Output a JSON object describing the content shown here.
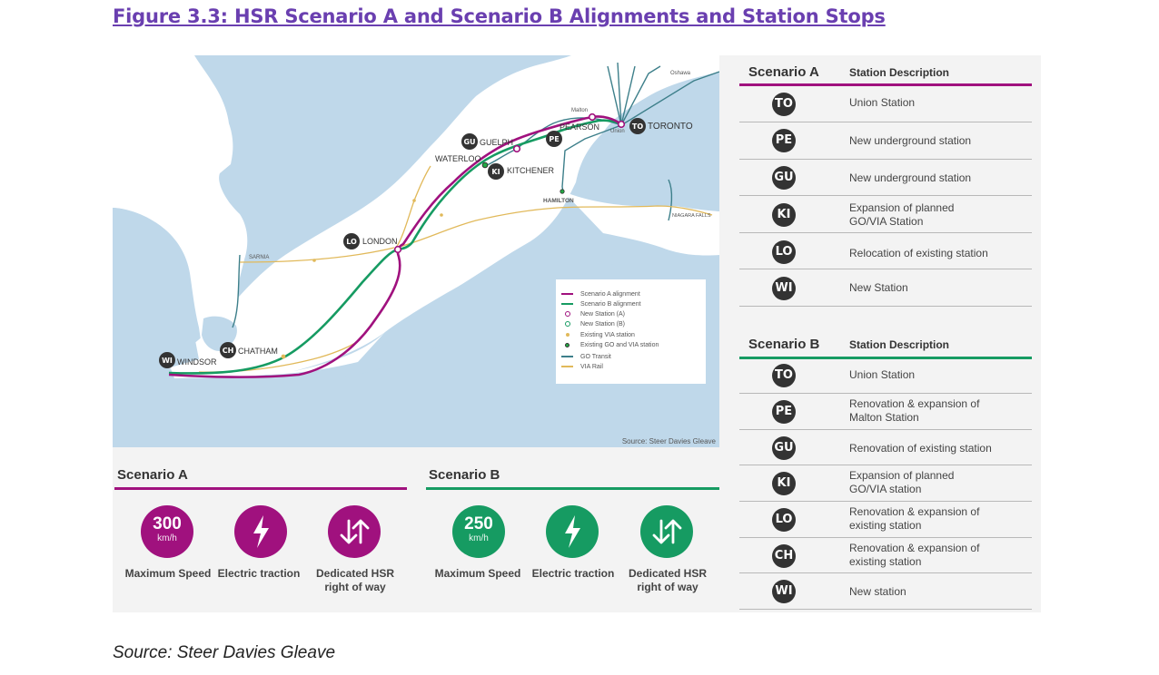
{
  "figure_title": "Figure 3.3: HSR Scenario A and Scenario B Alignments and Station Stops",
  "colors": {
    "scenario_a": "#a0117e",
    "scenario_b": "#169b62",
    "go_transit": "#3d7f8a",
    "via_rail": "#e1b95a",
    "water": "#bfd8ea",
    "land": "#ffffff",
    "badge": "#333333"
  },
  "map": {
    "places": {
      "oshawa": "Oshawa",
      "malton": "Malton",
      "union": "Union",
      "hamilton": "HAMILTON",
      "niagara_falls": "NIAGARA FALLS",
      "sarnia": "SARNIA",
      "waterloo": "WATERLOO",
      "pearson": "PEARSON",
      "kitchener": "KITCHENER",
      "guelph": "GUELPH",
      "toronto": "TORONTO",
      "london": "LONDON",
      "chatham": "CHATHAM",
      "windsor": "WINDSOR"
    },
    "badges": {
      "to": "TO",
      "pe": "PE",
      "gu": "GU",
      "ki": "KI",
      "lo": "LO",
      "ch": "CH",
      "wi": "WI"
    },
    "legend": {
      "a_alignment": "Scenario A alignment",
      "b_alignment": "Scenario B alignment",
      "new_a": "New Station (A)",
      "new_b": "New Station (B)",
      "via_station": "Existing VIA station",
      "go_via_station": "Existing GO and VIA station",
      "go_transit": "GO Transit",
      "via_rail": "VIA Rail"
    },
    "source": "Source: Steer Davies Gleave"
  },
  "scenario_a_summary": {
    "header": "Scenario A",
    "speed": "300",
    "speed_unit": "km/h",
    "labels": {
      "speed": "Maximum Speed",
      "traction": "Electric traction",
      "row": "Dedicated HSR right of way"
    }
  },
  "scenario_b_summary": {
    "header": "Scenario B",
    "speed": "250",
    "speed_unit": "km/h",
    "labels": {
      "speed": "Maximum Speed",
      "traction": "Electric traction",
      "row": "Dedicated HSR right of way"
    }
  },
  "table_a": {
    "header": "Scenario A",
    "col": "Station Description",
    "rows": [
      {
        "code": "TO",
        "desc": "Union Station"
      },
      {
        "code": "PE",
        "desc": "New underground station"
      },
      {
        "code": "GU",
        "desc": "New underground station"
      },
      {
        "code": "KI",
        "desc": "Expansion of planned GO/VIA Station"
      },
      {
        "code": "LO",
        "desc": "Relocation of existing station"
      },
      {
        "code": "WI",
        "desc": "New Station"
      }
    ]
  },
  "table_b": {
    "header": "Scenario B",
    "col": "Station Description",
    "rows": [
      {
        "code": "TO",
        "desc": "Union Station"
      },
      {
        "code": "PE",
        "desc": "Renovation & expansion of Malton Station"
      },
      {
        "code": "GU",
        "desc": "Renovation of existing station"
      },
      {
        "code": "KI",
        "desc": "Expansion of planned GO/VIA station"
      },
      {
        "code": "LO",
        "desc": "Renovation & expansion of existing station"
      },
      {
        "code": "CH",
        "desc": "Renovation & expansion of existing station"
      },
      {
        "code": "WI",
        "desc": "New station"
      }
    ]
  },
  "source_note": "Source: Steer Davies Gleave"
}
